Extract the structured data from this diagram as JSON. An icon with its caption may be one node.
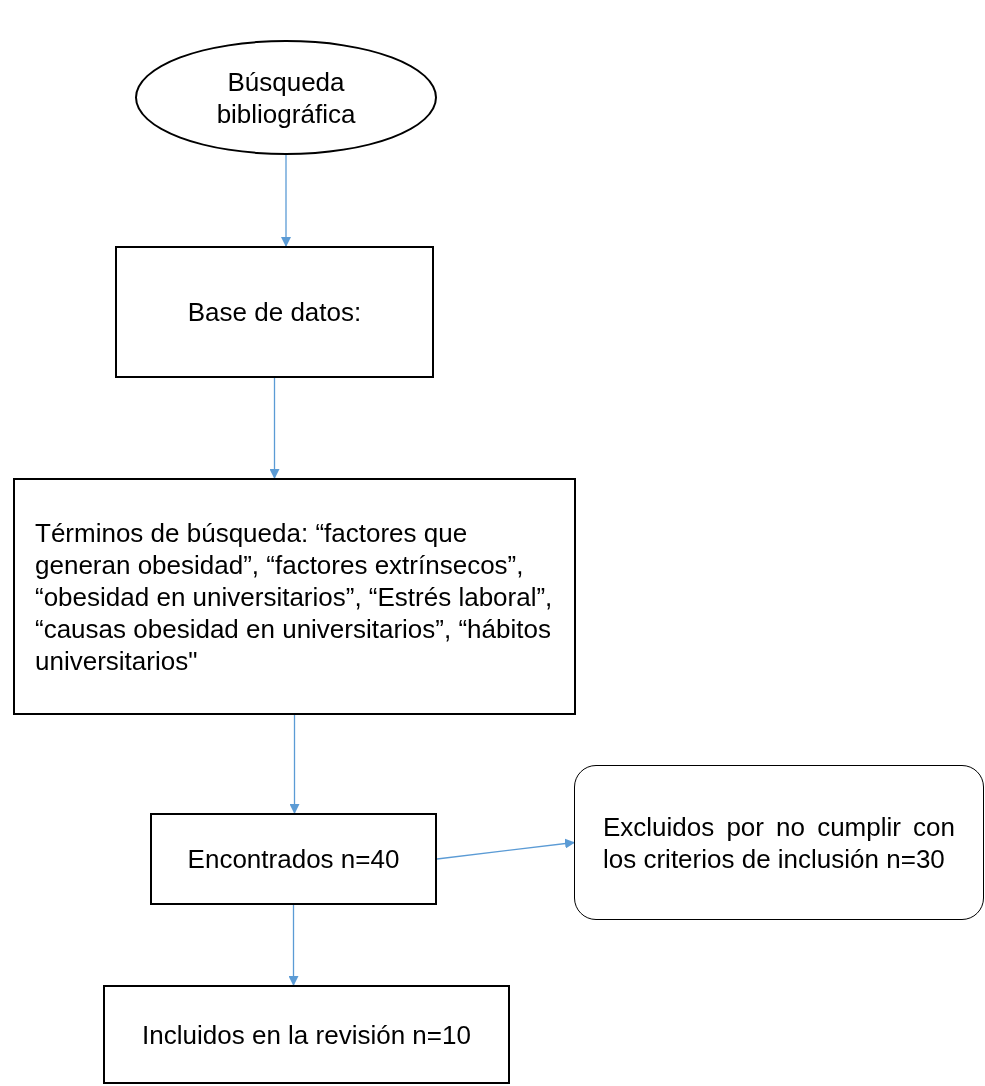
{
  "diagram": {
    "nodes": [
      {
        "text": [
          "Búsqueda bibliográfica"
        ]
      },
      {
        "text": [
          "Base de datos:"
        ]
      },
      {
        "text": [
          "Términos de búsqueda: “factores que generan obesidad”, “factores extrínsecos”, “obesidad en universitarios”, “Estrés laboral”, “causas obesidad en universitarios”, “hábitos universitarios\""
        ]
      },
      {
        "text": [
          "Encontrados n=40"
        ]
      },
      {
        "text": [
          "Excluidos por no cumplir con los criterios de inclusión  n=30"
        ]
      },
      {
        "text": [
          "Incluidos en la revisión n=10"
        ]
      }
    ],
    "edges": [
      {
        "from": 0,
        "to": 1,
        "arrow": "to"
      },
      {
        "from": 1,
        "to": 2,
        "arrow": "to"
      },
      {
        "from": 2,
        "to": 3,
        "arrow": "to"
      },
      {
        "from": 3,
        "to": 4,
        "arrow": "to"
      },
      {
        "from": 3,
        "to": 5,
        "arrow": "to"
      }
    ]
  }
}
